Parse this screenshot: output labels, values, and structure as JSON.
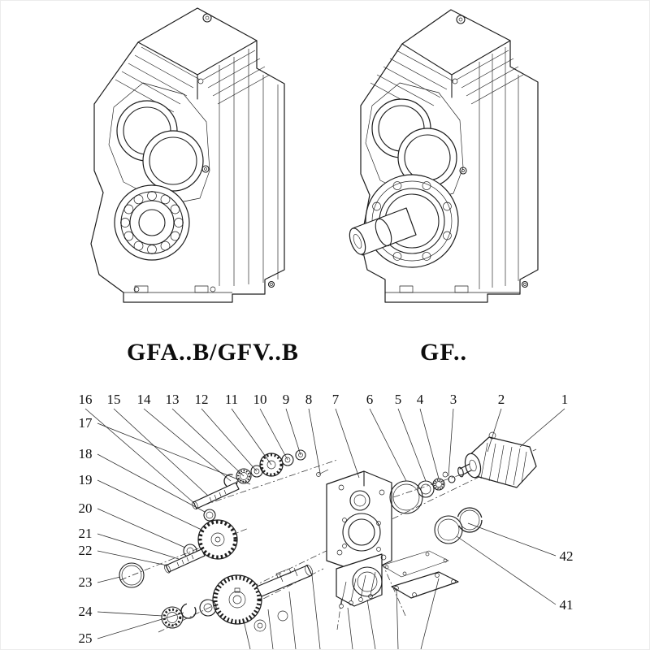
{
  "page": {
    "background": "#ffffff",
    "ink": "#1c1c1c",
    "description": "Catalog page: two isometric line drawings of parallel-shaft gear reducers with model labels, and an exploded parts diagram with numbered callouts"
  },
  "products": {
    "left_model": "GFA..B/GFV..B",
    "right_model": "GF.."
  },
  "exploded": {
    "top_row": [
      "16",
      "15",
      "14",
      "13",
      "12",
      "11",
      "10",
      "9",
      "8",
      "7",
      "6",
      "5",
      "4",
      "3",
      "2",
      "1"
    ],
    "left_column": [
      "17",
      "18",
      "19",
      "20",
      "21",
      "22",
      "23",
      "24",
      "25"
    ],
    "right_column": [
      "42",
      "41"
    ]
  }
}
